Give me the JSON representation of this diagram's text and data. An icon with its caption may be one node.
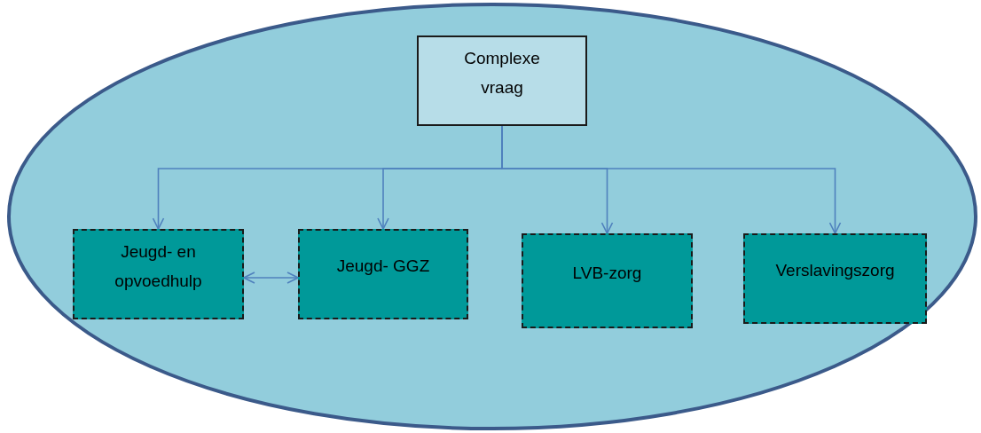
{
  "diagram": {
    "nodes": [
      {
        "text": [],
        "shape": "ellipse"
      },
      {
        "text": [
          "Complexe vraag"
        ],
        "in": 0
      },
      {
        "text": [
          "Jeugd- en opvoedhulp"
        ],
        "in": 0
      },
      {
        "text": [
          "Jeugd- GGZ"
        ],
        "in": 0
      },
      {
        "text": [
          "LVB-zorg"
        ],
        "in": 0
      },
      {
        "text": [
          "Verslavingszorg"
        ],
        "in": 0
      }
    ],
    "edges": [
      {
        "from": 1,
        "to": 2,
        "arrow": "to"
      },
      {
        "from": 1,
        "to": 3,
        "arrow": "to"
      },
      {
        "from": 1,
        "to": 4,
        "arrow": "to"
      },
      {
        "from": 1,
        "to": 5,
        "arrow": "to"
      },
      {
        "from": 2,
        "to": 3,
        "arrow": "both"
      }
    ]
  }
}
